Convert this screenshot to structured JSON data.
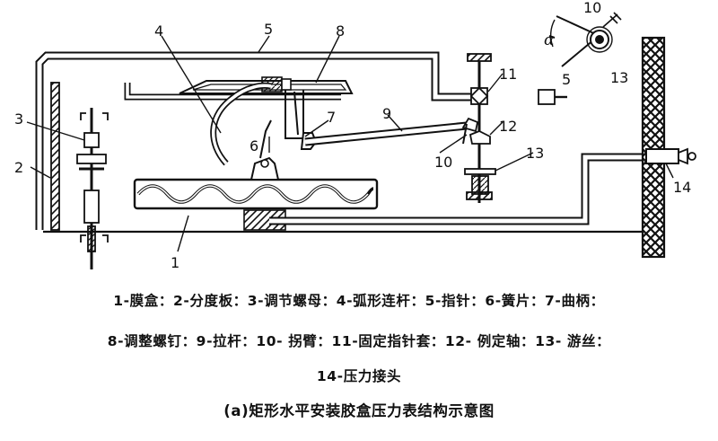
{
  "labels": {
    "n1": "1",
    "n2": "2",
    "n3": "3",
    "n4": "4",
    "n5": "5",
    "n6": "6",
    "n7": "7",
    "n8": "8",
    "n9": "9",
    "n10": "10",
    "n11": "11",
    "n12": "12",
    "n13": "13",
    "n14": "14",
    "inset_10": "10",
    "inset_alpha": "α",
    "inset_5": "5",
    "inset_13": "13"
  },
  "legend": {
    "line1": "1-膜盒：2-分度板：3-调节螺母：4-弧形连杆：5-指针：6-簧片：7-曲柄：",
    "line2": "8-调整螺钉：9-拉杆：10- 拐臂：11-固定指针套：12- 例定轴：13- 游丝：",
    "line3": "14-压力接头"
  },
  "title": "(a)矩形水平安装胶盒压力表结构示意图"
}
